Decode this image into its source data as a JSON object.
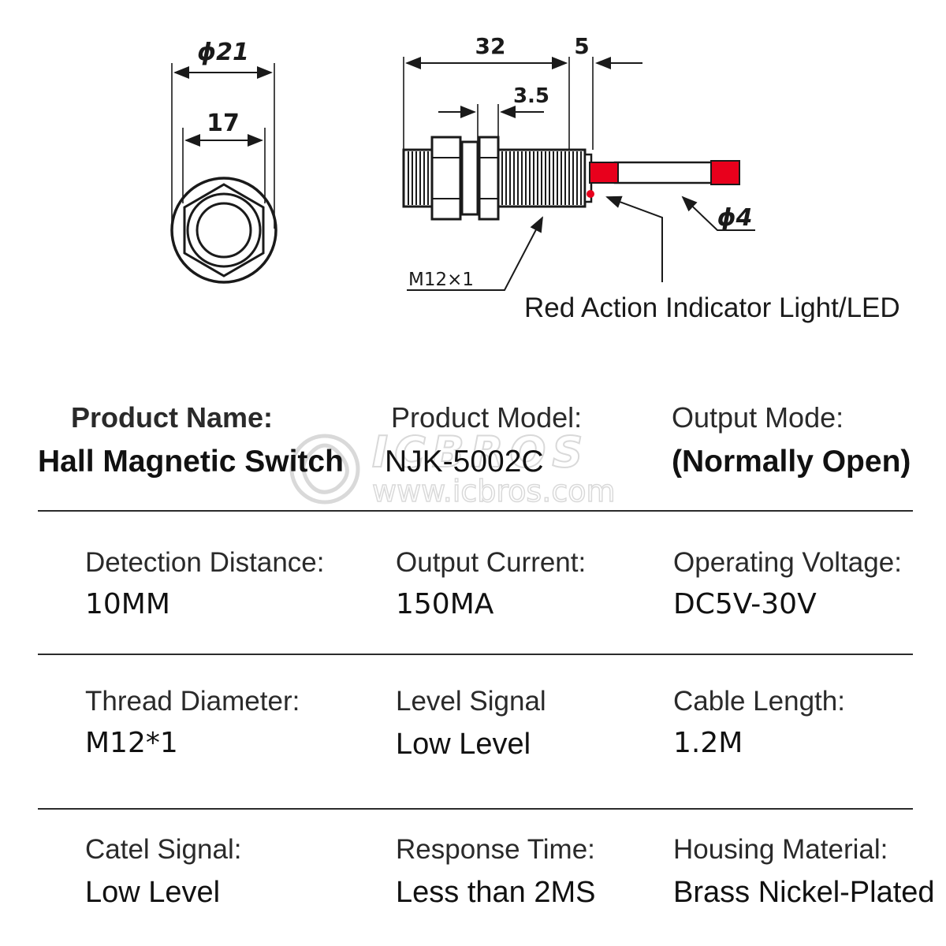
{
  "drawing": {
    "dims": {
      "outer_diameter": "ϕ21",
      "inner_width": "17",
      "body_length": "32",
      "tail_length": "5",
      "nut_width": "3.5",
      "cable_diameter": "ϕ4",
      "thread": "M12×1"
    },
    "led_label": "Red Action Indicator Light/LED",
    "colors": {
      "line": "#1a1a1a",
      "led_red": "#e8001c",
      "cable": "#ffffff"
    }
  },
  "watermark": {
    "brand": "ICBROS",
    "url": "www.icbros.com"
  },
  "specs": [
    [
      {
        "label": "Product Name:",
        "value": "Hall Magnetic Switch"
      },
      {
        "label": "Product Model:",
        "value": "NJK-5002C"
      },
      {
        "label": "Output Mode:",
        "value": "(Normally Open)"
      }
    ],
    [
      {
        "label": "Detection Distance:",
        "value": "10MM"
      },
      {
        "label": "Output Current:",
        "value": "150MA"
      },
      {
        "label": "Operating Voltage:",
        "value": "DC5V-30V"
      }
    ],
    [
      {
        "label": "Thread Diameter:",
        "value": "M12*1"
      },
      {
        "label": "Level Signal",
        "value": "Low Level"
      },
      {
        "label": "Cable Length:",
        "value": "1.2M"
      }
    ],
    [
      {
        "label": "Catel Signal:",
        "value": "Low Level"
      },
      {
        "label": "Response Time:",
        "value": "Less than 2MS"
      },
      {
        "label": "Housing Material:",
        "value": "Brass Nickel-Plated"
      }
    ]
  ]
}
